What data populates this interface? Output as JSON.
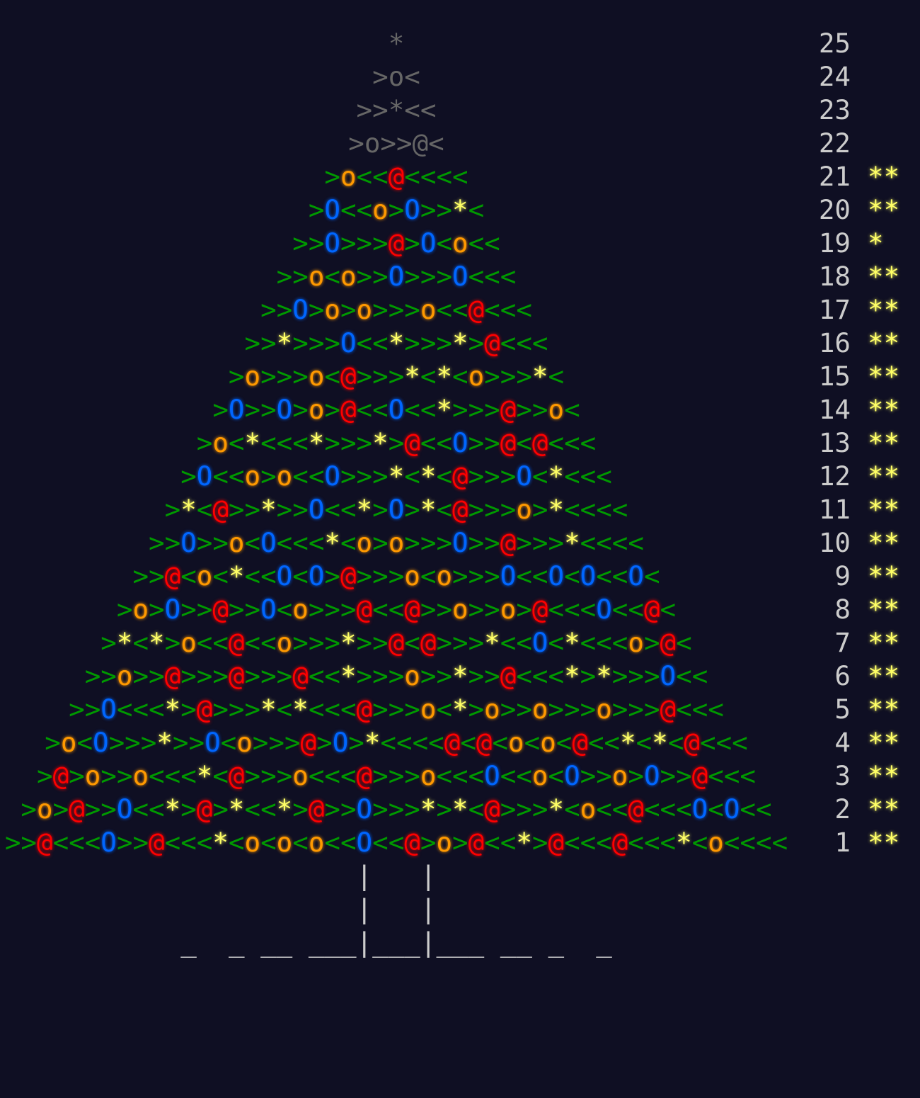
{
  "colors": {
    "background": "#0f0f23",
    "dim": "#666666",
    "green": "#009900",
    "orange": "#ff9900",
    "red": "#ff0000",
    "blue": "#0066ff",
    "yellow": "#ffff66",
    "text": "#cccccc"
  },
  "calendar": {
    "days": [
      {
        "day": "25",
        "stars": "",
        "tree": "*"
      },
      {
        "day": "24",
        "stars": "",
        "tree": ">o<"
      },
      {
        "day": "23",
        "stars": "",
        "tree": ">>*<<"
      },
      {
        "day": "22",
        "stars": "",
        "tree": ">o>>@<"
      },
      {
        "day": "21",
        "stars": "**",
        "tree": ">o<<@<<<<"
      },
      {
        "day": "20",
        "stars": "**",
        "tree": ">O<<o>O>>*<"
      },
      {
        "day": "19",
        "stars": "*",
        "tree": ">>O>>>@>O<o<<"
      },
      {
        "day": "18",
        "stars": "**",
        "tree": ">>o<o>>O>>>O<<<"
      },
      {
        "day": "17",
        "stars": "**",
        "tree": ">>O>o>o>>>o<<@<<<"
      },
      {
        "day": "16",
        "stars": "**",
        "tree": ">>*>>>O<<*>>>*>@<<<"
      },
      {
        "day": "15",
        "stars": "**",
        "tree": ">o>>>o<@>>>*<*<o>>>*<"
      },
      {
        "day": "14",
        "stars": "**",
        "tree": ">O>>O>o>@<<O<<*>>>@>>o<"
      },
      {
        "day": "13",
        "stars": "**",
        "tree": ">o<*<<<*>>>*>@<<O>>@<@<<<"
      },
      {
        "day": "12",
        "stars": "**",
        "tree": ">O<<o>o<<O>>>*<*<@>>>O<*<<<"
      },
      {
        "day": "11",
        "stars": "**",
        "tree": ">*<@>>*>>O<<*>O>*<@>>>o>*<<<<"
      },
      {
        "day": "10",
        "stars": "**",
        "tree": ">>O>>o<O<<<*<o>o>>>O>>@>>>*<<<<"
      },
      {
        "day": "9",
        "stars": "**",
        "tree": ">>@<o<*<<O<O>@>>>o<o>>>O<<O<O<<O<"
      },
      {
        "day": "8",
        "stars": "**",
        "tree": ">o>O>>@>>O<o>>>@<<@>>o>>o>@<<<O<<@<"
      },
      {
        "day": "7",
        "stars": "**",
        "tree": ">*<*>o<<@<<o>>>*>>@<@>>>*<<O<*<<<o>@<"
      },
      {
        "day": "6",
        "stars": "**",
        "tree": ">>o>>@>>>@>>>@<<*>>>o>>*>>@<<<*>*>>>O<<"
      },
      {
        "day": "5",
        "stars": "**",
        "tree": ">>O<<<*>@>>>*<*<<<@>>>o<*>o>>o>>>o>>>@<<<"
      },
      {
        "day": "4",
        "stars": "**",
        "tree": ">o<O>>>*>>O<o>>>@>O>*<<<<@<@<o<o<@<<*<*<@<<<"
      },
      {
        "day": "3",
        "stars": "**",
        "tree": ">@>o>>o<<<*<@>>>o<<<@>>>o<<<O<<o<O>>o>O>>@<<<"
      },
      {
        "day": "2",
        "stars": "**",
        "tree": ">o>@>>O<<*>@>*<<*>@>>O>>>*>*<@>>>*<o<<@<<<O<O<<"
      },
      {
        "day": "1",
        "stars": "**",
        "tree": ">>@<<<O>>@<<<*<o<o<o<<O<<@>o>@<<*>@<<<@<<<*<o<<<<"
      }
    ],
    "trunk": [
      "|   |",
      "|   |"
    ],
    "ground": "_  _ __ ___|___|___ __ _  _"
  }
}
